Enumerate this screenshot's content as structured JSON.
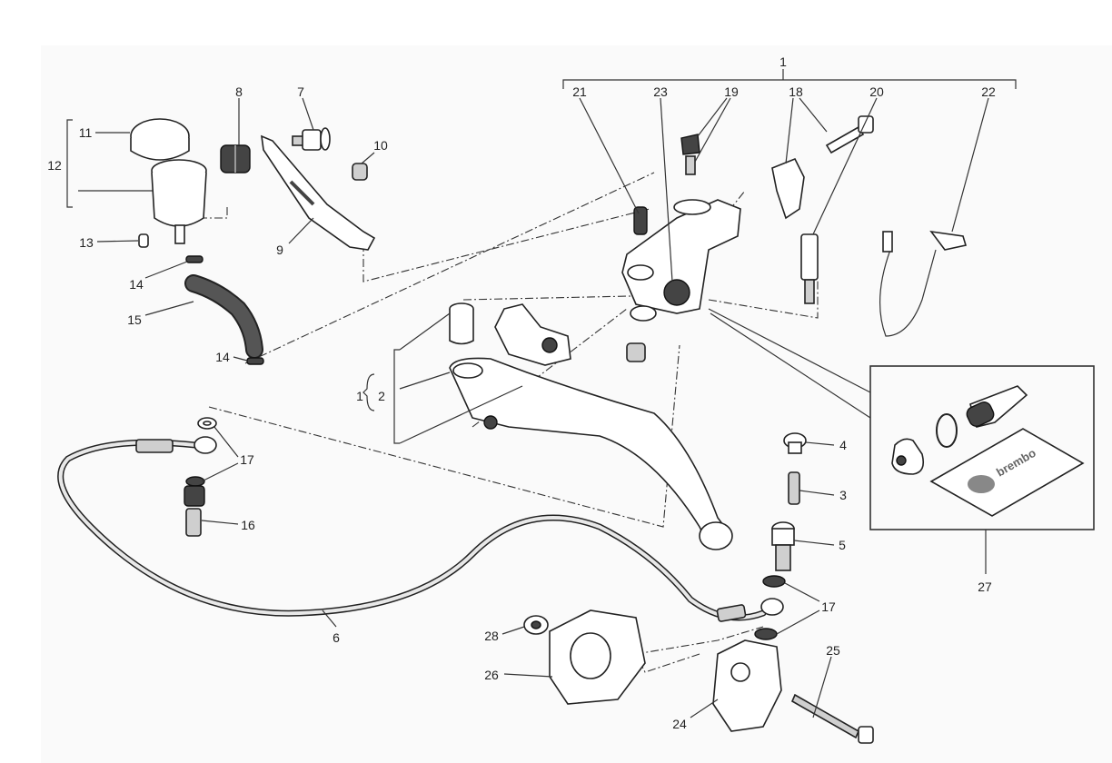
{
  "diagram": {
    "callouts": {
      "c1_top": "1",
      "c21": "21",
      "c23": "23",
      "c19": "19",
      "c18": "18",
      "c20": "20",
      "c22": "22",
      "c8": "8",
      "c7": "7",
      "c10": "10",
      "c11": "11",
      "c12": "12",
      "c13": "13",
      "c9": "9",
      "c14a": "14",
      "c15": "15",
      "c14b": "14",
      "c1_left": "1",
      "c2": "2",
      "c17a": "17",
      "c16": "16",
      "c6": "6",
      "c4": "4",
      "c3": "3",
      "c5": "5",
      "c17b": "17",
      "c27": "27",
      "c25": "25",
      "c28": "28",
      "c26": "26",
      "c24": "24"
    },
    "kit_logo": "brembo"
  }
}
